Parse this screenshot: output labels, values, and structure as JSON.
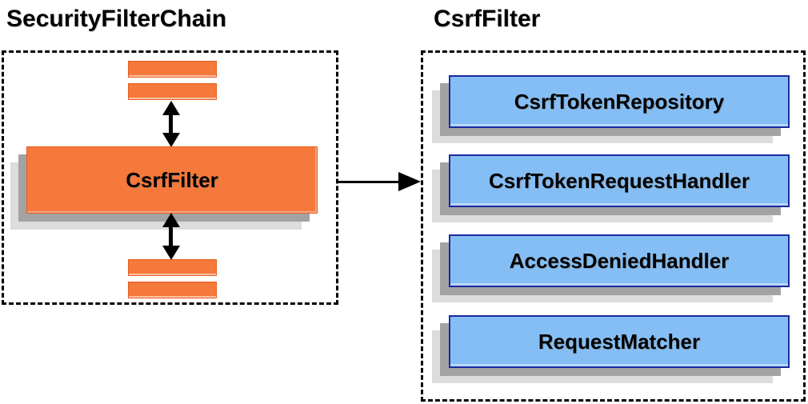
{
  "titles": {
    "left": "SecurityFilterChain",
    "right": "CsrfFilter"
  },
  "left_panel": {
    "name": "SecurityFilterChain",
    "filter_label": "CsrfFilter",
    "other_filters_hint": "unlabeled-filter-bars",
    "bar_count": 4
  },
  "right_panel": {
    "name": "CsrfFilter",
    "items": [
      {
        "label": "CsrfTokenRepository"
      },
      {
        "label": "CsrfTokenRequestHandler"
      },
      {
        "label": "AccessDeniedHandler"
      },
      {
        "label": "RequestMatcher"
      }
    ]
  },
  "icons": {
    "vertical_arrows": "double-headed-vertical-arrow",
    "link_arrow": "right-pointing-arrow"
  },
  "colors": {
    "orange_fill": "#f5793b",
    "orange_border": "#e65c1f",
    "blue_fill": "#85bef4",
    "blue_border": "#1b2aa0",
    "shadow_mid": "#a3a3a3",
    "shadow_light": "#dcdcdc",
    "line_color": "#000000"
  }
}
